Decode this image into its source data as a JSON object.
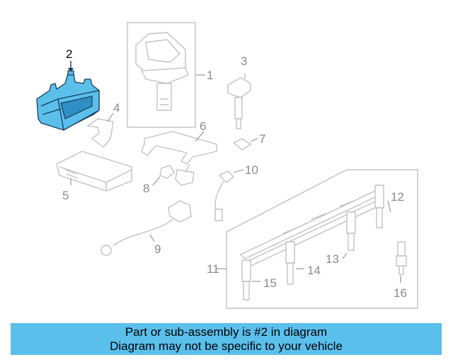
{
  "diagram": {
    "callouts": {
      "c1": "1",
      "c2": "2",
      "c3": "3",
      "c4": "4",
      "c5": "5",
      "c6": "6",
      "c7": "7",
      "c8": "8",
      "c9": "9",
      "c10": "10",
      "c11": "11",
      "c12": "12",
      "c13": "13",
      "c14": "14",
      "c15": "15",
      "c16": "16"
    },
    "highlighted_part": "2",
    "highlight_color": "#5bbfec"
  },
  "banner": {
    "line1": "Part or sub-assembly is #2 in diagram",
    "line2": "Diagram may not be specific to your vehicle",
    "background": "#5bbfec"
  }
}
